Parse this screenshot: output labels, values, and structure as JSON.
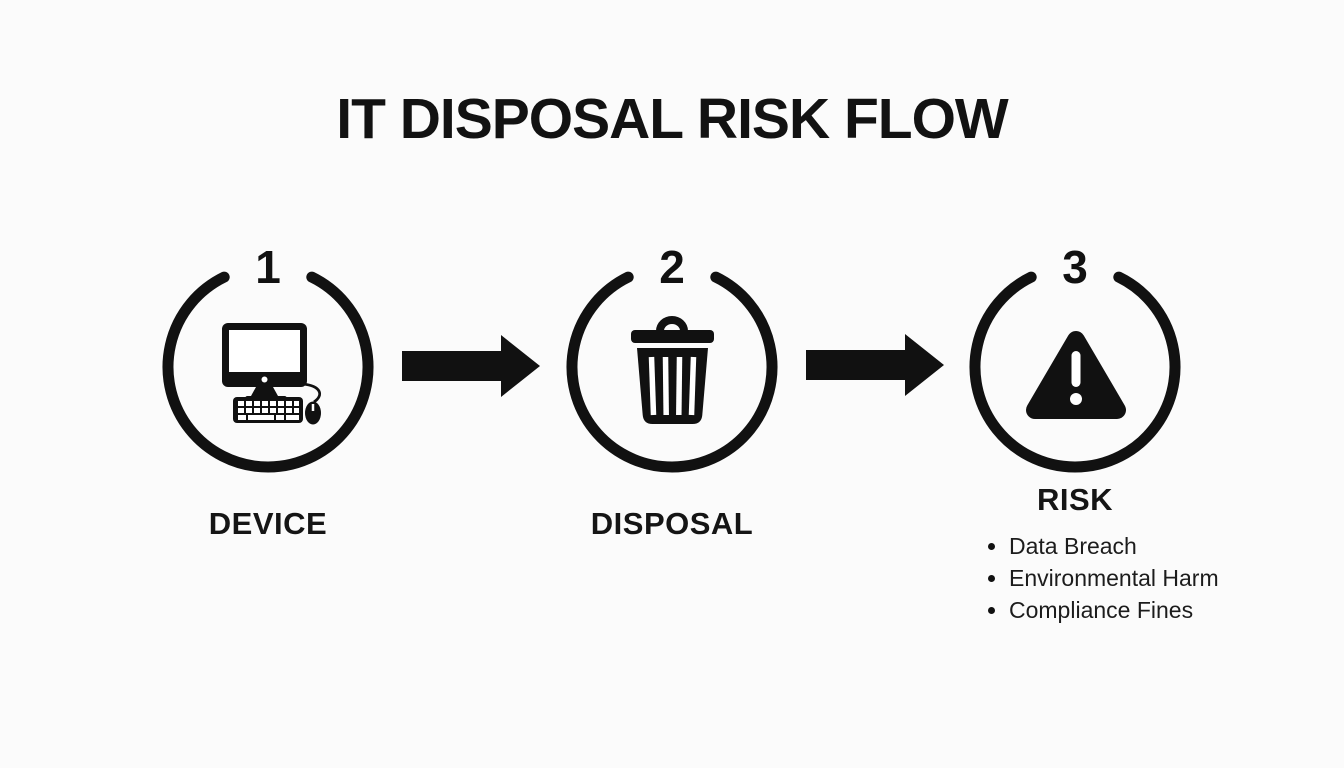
{
  "title": "IT DISPOSAL RISK FLOW",
  "steps": [
    {
      "number": "1",
      "label": "DEVICE",
      "icon": "desktop-computer-icon"
    },
    {
      "number": "2",
      "label": "DISPOSAL",
      "icon": "trash-can-icon"
    },
    {
      "number": "3",
      "label": "RISK",
      "icon": "warning-triangle-icon"
    }
  ],
  "risk_items": [
    "Data Breach",
    "Environmental Harm",
    "Compliance Fines"
  ],
  "connectors": [
    {
      "icon": "arrow-right-icon"
    },
    {
      "icon": "arrow-right-icon"
    }
  ],
  "colors": {
    "background": "#fbfbfb",
    "ink": "#111111"
  }
}
